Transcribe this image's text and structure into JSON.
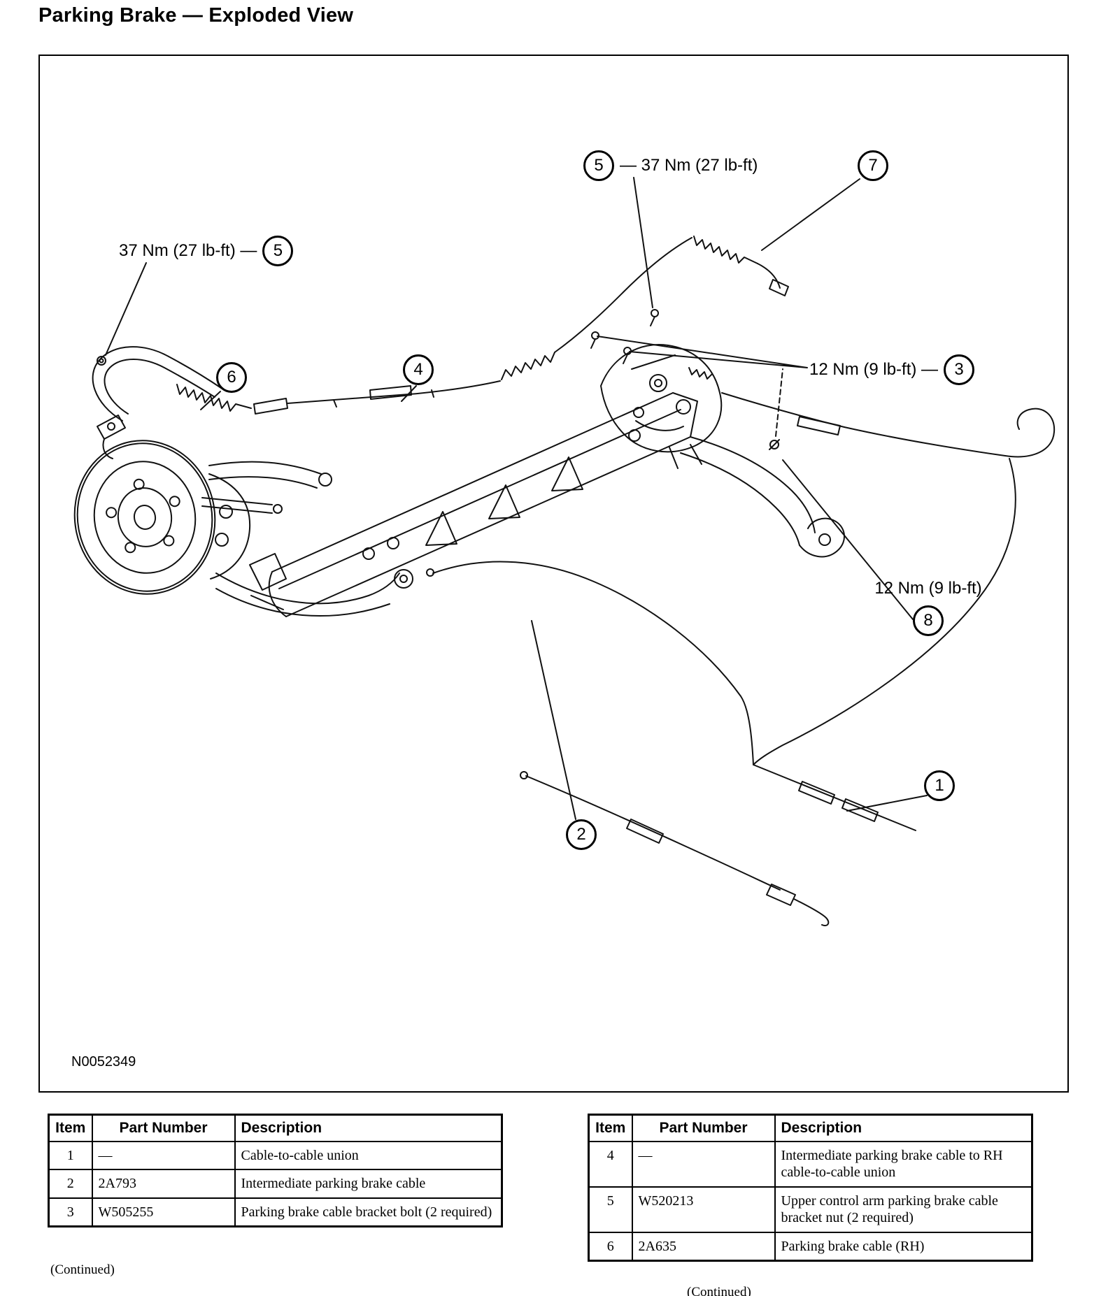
{
  "page": {
    "title": "Parking Brake — Exploded View",
    "figure_id": "N0052349"
  },
  "diagram": {
    "callouts": {
      "top_torque": {
        "num": "5",
        "label": "— 37 Nm (27 lb-ft)"
      },
      "spring_end": {
        "num": "7"
      },
      "left_torque": {
        "num": "5",
        "label": "37 Nm (27 lb-ft) —"
      },
      "rh_cable": {
        "num": "6"
      },
      "union_rh": {
        "num": "4"
      },
      "bracket_torque": {
        "num": "3",
        "label": "12 Nm (9 lb-ft) —"
      },
      "lower_torque": {
        "num": "8",
        "label": "12 Nm (9 lb-ft)"
      },
      "cable_union": {
        "num": "1"
      },
      "intermediate": {
        "num": "2"
      }
    }
  },
  "tables": {
    "headers": [
      "Item",
      "Part Number",
      "Description"
    ],
    "left": {
      "rows": [
        [
          "1",
          "—",
          "Cable-to-cable union"
        ],
        [
          "2",
          "2A793",
          "Intermediate parking brake cable"
        ],
        [
          "3",
          "W505255",
          "Parking brake cable bracket bolt (2 required)"
        ]
      ],
      "continued": "(Continued)"
    },
    "right": {
      "rows": [
        [
          "4",
          "—",
          "Intermediate parking brake cable to RH cable-to-cable union"
        ],
        [
          "5",
          "W520213",
          "Upper control arm parking brake cable bracket nut (2 required)"
        ],
        [
          "6",
          "2A635",
          "Parking brake cable (RH)"
        ]
      ],
      "continued": "(Continued)"
    }
  }
}
